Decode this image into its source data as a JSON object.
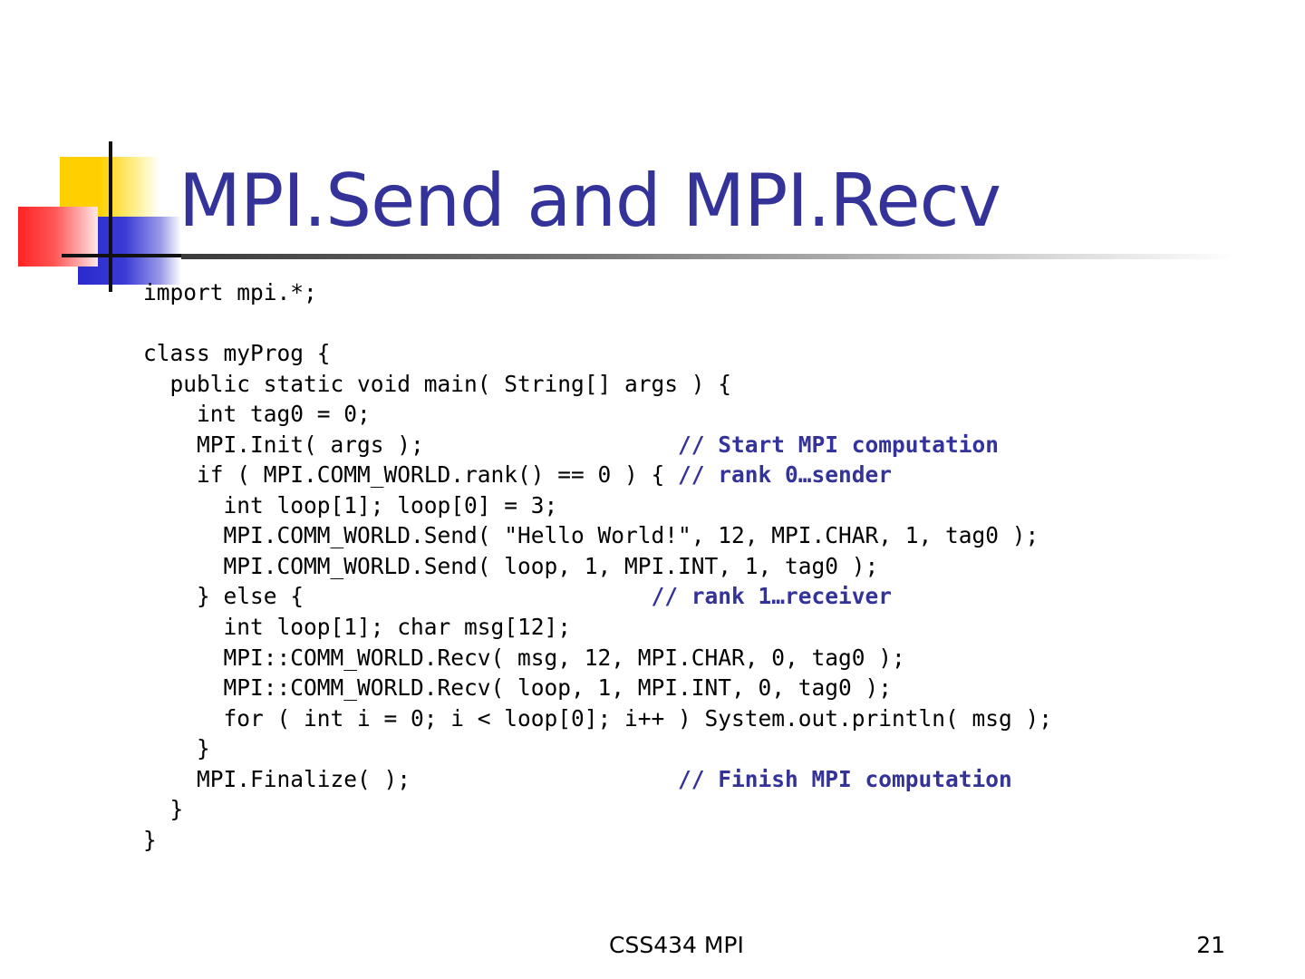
{
  "slide": {
    "title": "MPI.Send and MPI.Recv",
    "code_lines": [
      {
        "code": "import mpi.*;",
        "comment": ""
      },
      {
        "code": "",
        "comment": ""
      },
      {
        "code": "class myProg {",
        "comment": ""
      },
      {
        "code": "  public static void main( String[] args ) {",
        "comment": ""
      },
      {
        "code": "    int tag0 = 0;",
        "comment": ""
      },
      {
        "code": "    MPI.Init( args );                   ",
        "comment": "// Start MPI computation"
      },
      {
        "code": "    if ( MPI.COMM_WORLD.rank() == 0 ) { ",
        "comment": "// rank 0…sender"
      },
      {
        "code": "      int loop[1]; loop[0] = 3;",
        "comment": ""
      },
      {
        "code": "      MPI.COMM_WORLD.Send( \"Hello World!\", 12, MPI.CHAR, 1, tag0 );",
        "comment": ""
      },
      {
        "code": "      MPI.COMM_WORLD.Send( loop, 1, MPI.INT, 1, tag0 );",
        "comment": ""
      },
      {
        "code": "    } else {                          ",
        "comment": "// rank 1…receiver"
      },
      {
        "code": "      int loop[1]; char msg[12];",
        "comment": ""
      },
      {
        "code": "      MPI::COMM_WORLD.Recv( msg, 12, MPI.CHAR, 0, tag0 );",
        "comment": ""
      },
      {
        "code": "      MPI::COMM_WORLD.Recv( loop, 1, MPI.INT, 0, tag0 );",
        "comment": ""
      },
      {
        "code": "      for ( int i = 0; i < loop[0]; i++ ) System.out.println( msg );",
        "comment": ""
      },
      {
        "code": "    }",
        "comment": ""
      },
      {
        "code": "    MPI.Finalize( );                    ",
        "comment": "// Finish MPI computation"
      },
      {
        "code": "  }",
        "comment": ""
      },
      {
        "code": "}",
        "comment": ""
      }
    ],
    "footer": {
      "course": "CSS434 MPI",
      "page_number": "21"
    },
    "colors": {
      "title": "#333399",
      "comment": "#333399",
      "logo_yellow": "#ffd000",
      "logo_blue": "#2a2acc",
      "logo_red": "#ff2222"
    }
  }
}
